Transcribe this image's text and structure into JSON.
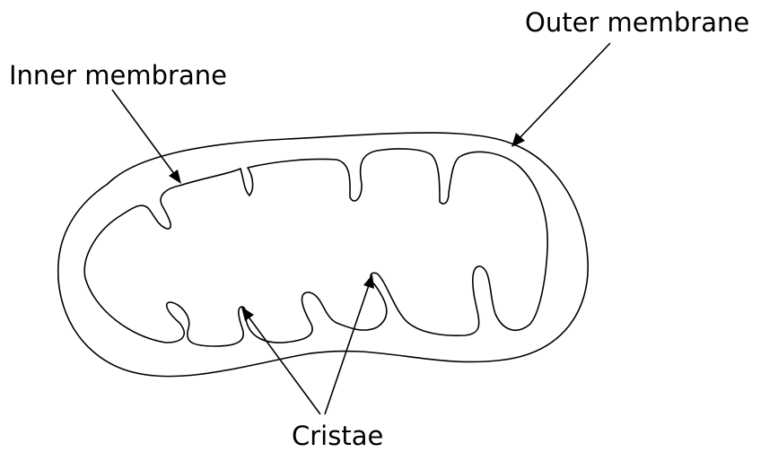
{
  "labels": {
    "outer": "Outer membrane",
    "inner": "Inner membrane",
    "cristae": "Cristae"
  }
}
